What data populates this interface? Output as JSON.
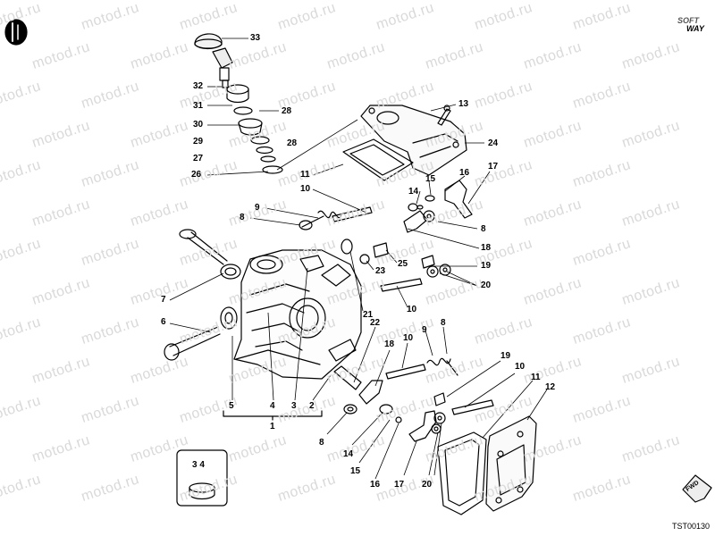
{
  "watermark": "motod.ru",
  "brand": {
    "line1": "SOFT",
    "line2": "WAY"
  },
  "doc_code": "TST00130",
  "fwd_label": "FWD",
  "callouts": [
    {
      "id": "c33",
      "text": "33"
    },
    {
      "id": "c32",
      "text": "32"
    },
    {
      "id": "c31",
      "text": "31"
    },
    {
      "id": "c28a",
      "text": "28"
    },
    {
      "id": "c30",
      "text": "30"
    },
    {
      "id": "c29",
      "text": "29"
    },
    {
      "id": "c28b",
      "text": "28"
    },
    {
      "id": "c27",
      "text": "27"
    },
    {
      "id": "c26",
      "text": "26"
    },
    {
      "id": "c13",
      "text": "13"
    },
    {
      "id": "c24",
      "text": "24"
    },
    {
      "id": "c11a",
      "text": "11"
    },
    {
      "id": "c10a",
      "text": "10"
    },
    {
      "id": "c15a",
      "text": "15"
    },
    {
      "id": "c16a",
      "text": "16"
    },
    {
      "id": "c17a",
      "text": "17"
    },
    {
      "id": "c14a",
      "text": "14"
    },
    {
      "id": "c9a",
      "text": "9"
    },
    {
      "id": "c8a",
      "text": "8"
    },
    {
      "id": "c8b",
      "text": "8"
    },
    {
      "id": "c18a",
      "text": "18"
    },
    {
      "id": "c25",
      "text": "25"
    },
    {
      "id": "c23",
      "text": "23"
    },
    {
      "id": "c19a",
      "text": "19"
    },
    {
      "id": "c20a",
      "text": "20"
    },
    {
      "id": "c7",
      "text": "7"
    },
    {
      "id": "c21",
      "text": "21"
    },
    {
      "id": "c10b",
      "text": "10"
    },
    {
      "id": "c6",
      "text": "6"
    },
    {
      "id": "c22",
      "text": "22"
    },
    {
      "id": "c9b",
      "text": "9"
    },
    {
      "id": "c8c",
      "text": "8"
    },
    {
      "id": "c10c",
      "text": "10"
    },
    {
      "id": "c18b",
      "text": "18"
    },
    {
      "id": "c19b",
      "text": "19"
    },
    {
      "id": "c10d",
      "text": "10"
    },
    {
      "id": "c11b",
      "text": "11"
    },
    {
      "id": "c12",
      "text": "12"
    },
    {
      "id": "c5",
      "text": "5"
    },
    {
      "id": "c4",
      "text": "4"
    },
    {
      "id": "c3",
      "text": "3"
    },
    {
      "id": "c2",
      "text": "2"
    },
    {
      "id": "c1",
      "text": "1"
    },
    {
      "id": "c8d",
      "text": "8"
    },
    {
      "id": "c14b",
      "text": "14"
    },
    {
      "id": "c15b",
      "text": "15"
    },
    {
      "id": "c16b",
      "text": "16"
    },
    {
      "id": "c17b",
      "text": "17"
    },
    {
      "id": "c20b",
      "text": "20"
    },
    {
      "id": "c34",
      "text": "3 4"
    }
  ]
}
